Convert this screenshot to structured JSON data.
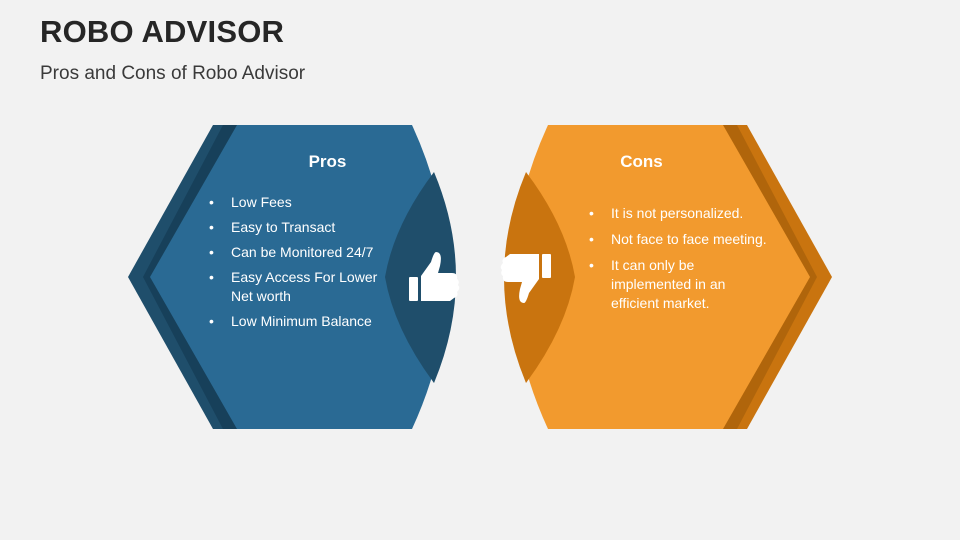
{
  "header": {
    "title": "ROBO ADVISOR",
    "subtitle": "Pros and Cons of Robo Advisor"
  },
  "pros": {
    "heading": "Pros",
    "icon": "thumbs-up-icon",
    "items": [
      "Low Fees",
      "Easy to Transact",
      "Can be Monitored 24/7",
      "Easy Access For Lower Net worth",
      "Low Minimum Balance"
    ]
  },
  "cons": {
    "heading": "Cons",
    "icon": "thumbs-down-icon",
    "items": [
      "It is not personalized.",
      "Not face to face meeting.",
      "It can only be implemented in an efficient market."
    ]
  },
  "colors": {
    "pros_main": "#2a6a94",
    "pros_dark": "#1f4e6b",
    "pros_darker": "#17405a",
    "cons_main": "#f29a2e",
    "cons_dark": "#c9740f",
    "cons_darker": "#b0650b",
    "text_light": "#ffffff",
    "title": "#262626"
  }
}
